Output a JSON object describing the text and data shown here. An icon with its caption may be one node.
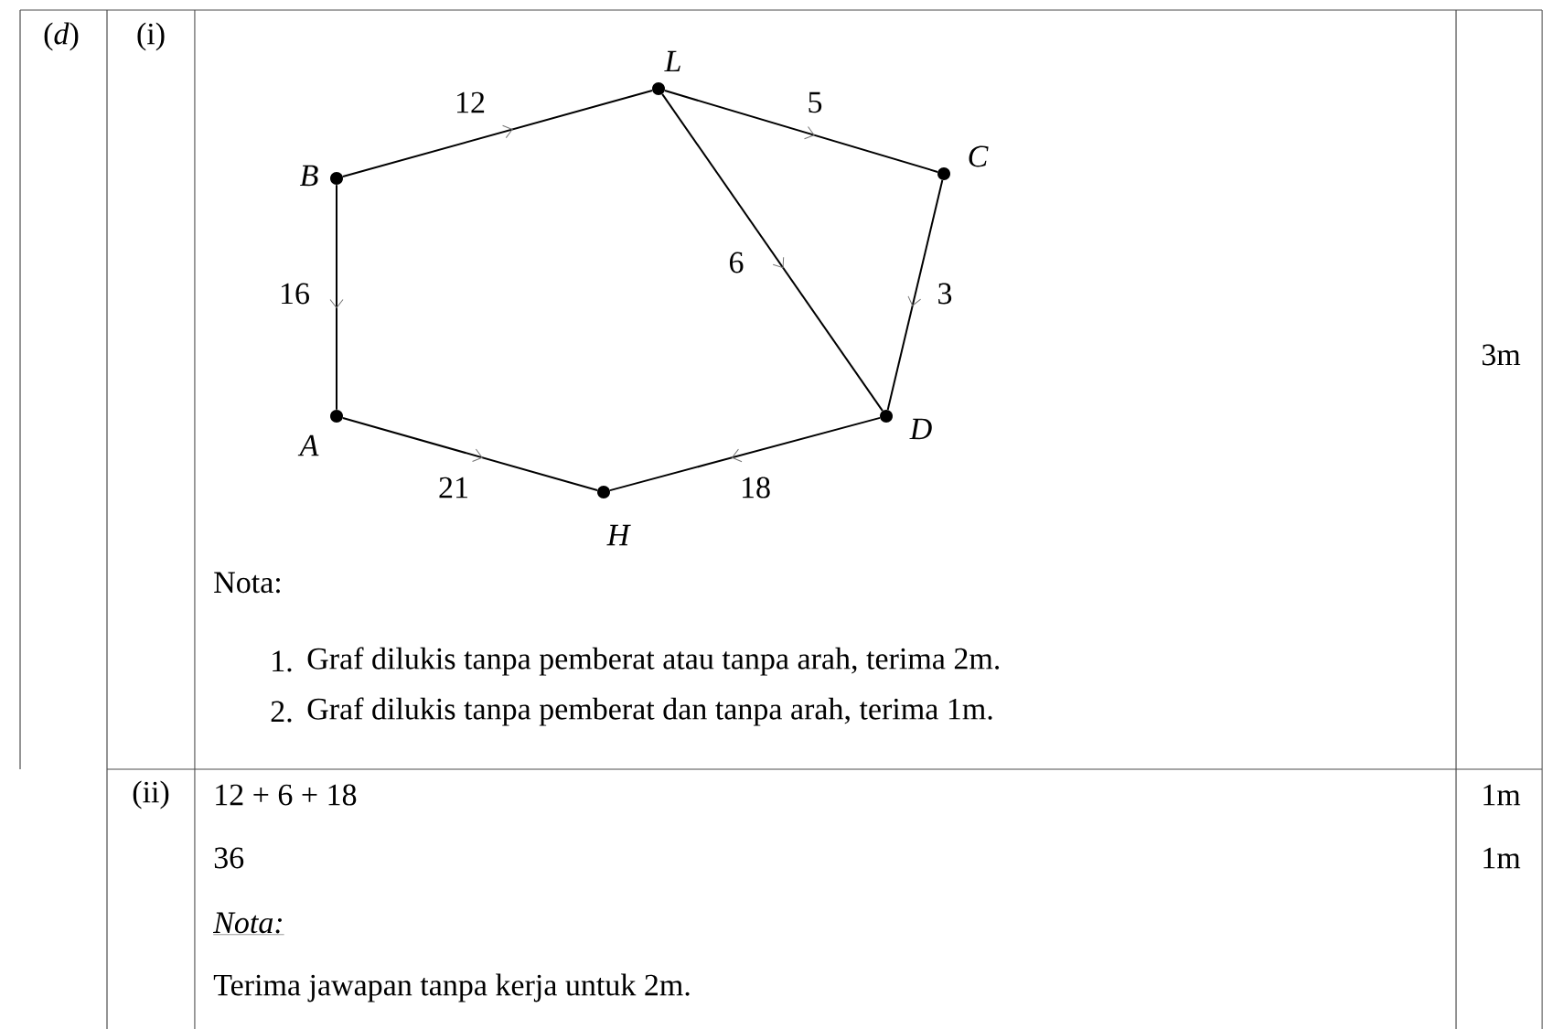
{
  "diagram": {
    "nodes": [
      {
        "text": [],
        "shape": "circle",
        "beside": [
          "L"
        ]
      },
      {
        "text": [],
        "shape": "circle",
        "beside": [
          "B"
        ]
      },
      {
        "text": [],
        "shape": "circle",
        "beside": [
          "C"
        ]
      },
      {
        "text": [],
        "shape": "circle",
        "beside": [
          "A"
        ]
      },
      {
        "text": [],
        "shape": "circle",
        "beside": [
          "D"
        ]
      },
      {
        "text": [],
        "shape": "circle",
        "beside": [
          "H"
        ]
      }
    ],
    "edges": [
      {
        "from": 1,
        "to": 0,
        "arrow": "to",
        "label": "12"
      },
      {
        "from": 0,
        "to": 2,
        "arrow": "to",
        "label": "5"
      },
      {
        "from": 0,
        "to": 4,
        "arrow": "to",
        "label": "6"
      },
      {
        "from": 2,
        "to": 4,
        "arrow": "to",
        "label": "3"
      },
      {
        "from": 1,
        "to": 3,
        "arrow": "to",
        "label": "16"
      },
      {
        "from": 3,
        "to": 5,
        "arrow": "to",
        "label": "21"
      },
      {
        "from": 4,
        "to": 5,
        "arrow": "to",
        "label": "18"
      }
    ],
    "labels": [
      "(*d*)",
      "(i)",
      "Nota:",
      "1.",
      "Graf dilukis tanpa pemberat atau tanpa arah, terima 2m.",
      "2.",
      "Graf dilukis tanpa pemberat dan tanpa arah, terima 1m.",
      "3m",
      "(ii)",
      "12 + 6 + 18",
      "1m",
      "36",
      "1m",
      "Nota:",
      "Terima jawapan tanpa kerja untuk 2m."
    ]
  }
}
